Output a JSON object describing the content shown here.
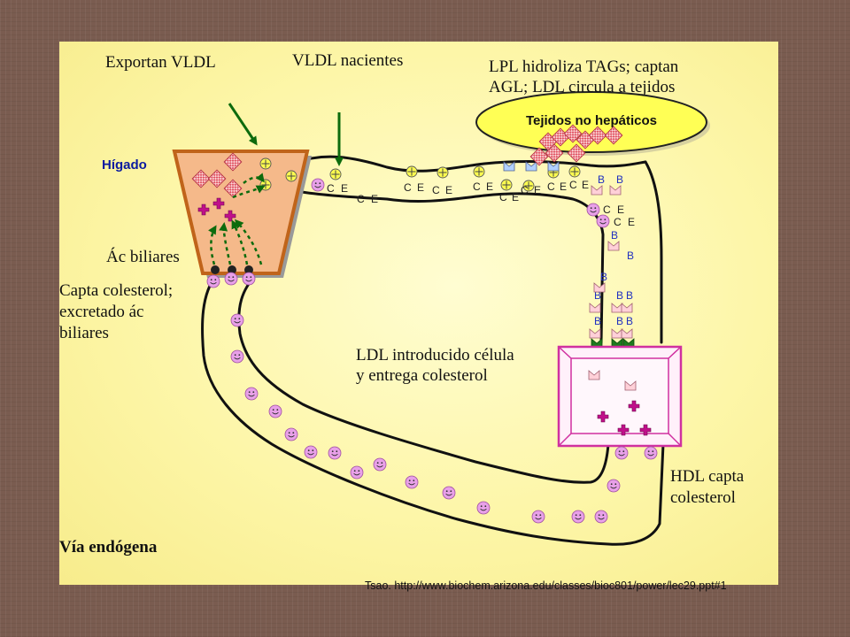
{
  "labels": {
    "exportan_vldl": "Exportan VLDL",
    "vldl_nacientes": "VLDL nacientes",
    "lpl_line1": "LPL hidroliza TAGs; captan",
    "lpl_line2": "AGL; LDL circula a tejidos",
    "tejidos": "Tejidos no hepáticos",
    "higado": "Hígado",
    "ac_biliares": "Ác biliares",
    "capta_line1": "Capta colesterol;",
    "capta_line2": "excretado ác",
    "capta_line3": "biliares",
    "ldl_line1": "LDL introducido célula",
    "ldl_line2": "y entrega colesterol",
    "hdl_line1": "HDL capta",
    "hdl_line2": "colesterol",
    "via": "Vía endógena",
    "source": "Tsao.  http://www.biochem.arizona.edu/classes/bioc801/power/lec29.ppt#1"
  },
  "marker_letters": {
    "c": "C",
    "e": "E",
    "b": "B"
  },
  "colors": {
    "background": "#7a5c50",
    "slide": "#fdf6a8",
    "liver_fill": "#f5b98a",
    "liver_border": "#c0641a",
    "ellipse_fill": "#ffff55",
    "smiley": "#e8a0e8",
    "vldl": "#ffff50",
    "arrow": "#0d6b0d",
    "cell_border": "#d030a0",
    "cell_fill": "#fff0fa",
    "b_letter": "#2030c0",
    "diamond": "#f4a0a0",
    "cross": "#c0108a",
    "receptor": "#ffd0d8",
    "green_receptor": "#1d7a1d"
  },
  "icons": [
    "smiley-icon",
    "vldl-particle-icon",
    "tag-diamond-icon",
    "cholesterol-cross-icon",
    "ldl-receptor-icon",
    "apo-b-icon"
  ]
}
